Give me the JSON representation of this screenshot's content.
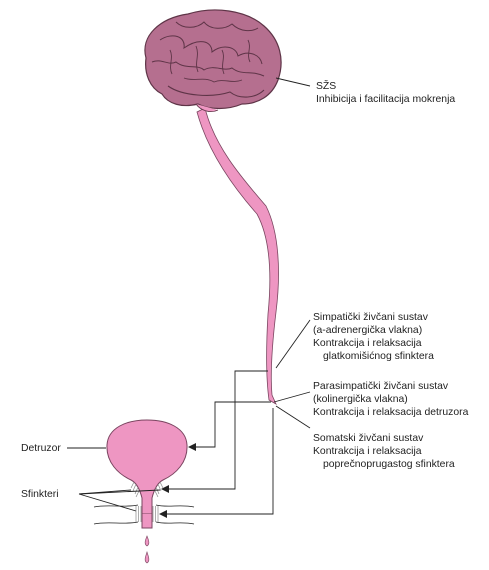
{
  "labels": {
    "szs": {
      "title": "SŽS",
      "line1": "Inhibicija i facilitacija mokrenja"
    },
    "sympathetic": {
      "line1": "Simpatički živčani sustav",
      "line2": "(a-adrenergička vlakna)",
      "line3": "Kontrakcija i relaksacija",
      "line4": "glatkomišićnog sfinktera"
    },
    "parasympathetic": {
      "line1": "Parasimpatički živčani sustav",
      "line2": "(kolinergička vlakna)",
      "line3": "Kontrakcija i relaksacija detruzora"
    },
    "somatic": {
      "line1": "Somatski živčani sustav",
      "line2": "Kontrakcija i relaksacija",
      "line3": "poprečnoprugastog sfinktera"
    },
    "detrusor": "Detruzor",
    "sphincters": "Sfinkteri"
  },
  "colors": {
    "organ_fill": "#ee96c2",
    "organ_stroke": "#7a4560",
    "brain_fill": "#b56f8f",
    "brain_dark": "#5e3447",
    "line": "#222222"
  }
}
